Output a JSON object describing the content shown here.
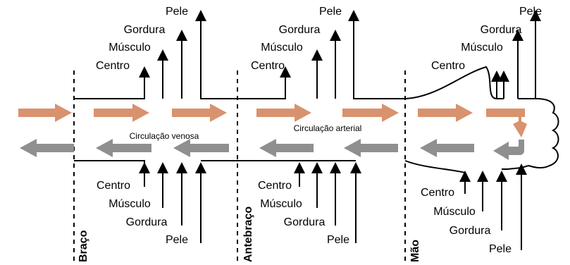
{
  "regions": [
    "Braço",
    "Antebraço",
    "Mão"
  ],
  "layers": {
    "center": "Centro",
    "muscle": "Músculo",
    "fat": "Gordura",
    "skin": "Pele"
  },
  "flows": {
    "venous": "Circulação venosa",
    "arterial": "Circulação arterial"
  },
  "colors": {
    "arterial": "#d9926e",
    "venous": "#8f8f8f",
    "line": "#000000"
  }
}
